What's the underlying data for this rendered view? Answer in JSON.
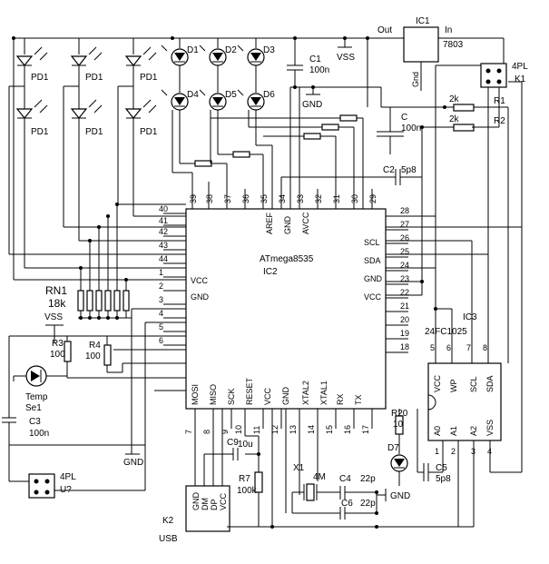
{
  "colors": {
    "ink": "#000000",
    "paper": "#ffffff"
  },
  "mcu": {
    "name": "ATmega8535",
    "ref": "IC2",
    "top_pins": [
      "39",
      "38",
      "37",
      "36",
      "35",
      "34",
      "33",
      "32",
      "31",
      "30",
      "29"
    ],
    "top_names": [
      "AREF",
      "GND",
      "AVCC"
    ],
    "left_pins": [
      "40",
      "41",
      "42",
      "43",
      "44",
      "1",
      "2",
      "3",
      "4",
      "5",
      "6"
    ],
    "left_names": [
      "VCC",
      "GND"
    ],
    "right_pins": [
      "28",
      "27",
      "26",
      "25",
      "24",
      "23",
      "22",
      "21",
      "20",
      "19",
      "18"
    ],
    "right_names": [
      "SCL",
      "SDA",
      "GND",
      "VCC"
    ],
    "bottom_pins": [
      "7",
      "8",
      "9",
      "10",
      "11",
      "12",
      "13",
      "14",
      "15",
      "16",
      "17"
    ],
    "bottom_names": [
      "MOSI",
      "MISO",
      "SCK",
      "RESET",
      "VCC",
      "GND",
      "XTAL2",
      "XTAL1",
      "RX",
      "TX"
    ]
  },
  "reg": {
    "ref": "IC1",
    "part": "7803",
    "out": "Out",
    "in": "In",
    "gnd": "Gnd"
  },
  "eeprom": {
    "ref": "IC3",
    "part": "24FC1025",
    "names": [
      "VCC",
      "WP",
      "SCL",
      "SDA",
      "A0",
      "A1",
      "A2",
      "VSS"
    ],
    "pins": [
      "5",
      "6",
      "7",
      "8",
      "1",
      "2",
      "3",
      "4"
    ]
  },
  "photodiodes": [
    "PD1",
    "PD1",
    "PD1",
    "PD1",
    "PD1",
    "PD1"
  ],
  "leds": [
    "D1",
    "D2",
    "D3",
    "D4",
    "D5",
    "D6"
  ],
  "caps": {
    "c1": "C1",
    "c1v": "100n",
    "c": "C",
    "cv": "100n",
    "c2": "C2",
    "c2v": "5p8",
    "c3": "C3",
    "c3v": "100n",
    "c4": "C4",
    "c4v": "22p",
    "c6": "C6",
    "c6v": "22p",
    "c5": "C5",
    "c5v": "5p8",
    "c9": "C9",
    "c9v": "10u"
  },
  "res": {
    "r1": "R1",
    "r1v": "2k",
    "r2": "R2",
    "r2v": "2k",
    "r3": "R3",
    "r3v": "100",
    "r4": "R4",
    "r4v": "100",
    "r7": "R7",
    "r7v": "100k",
    "r20": "R20",
    "r20v": "10"
  },
  "rn1": {
    "ref": "RN1",
    "val": "18k"
  },
  "nets": {
    "vss": "VSS",
    "gnd": "GND"
  },
  "conn_k1": {
    "type": "4PL",
    "ref": "K1"
  },
  "conn_u": {
    "type": "4PL",
    "ref": "U?"
  },
  "usb": {
    "ref": "K2",
    "label": "USB",
    "pins": [
      "GND",
      "DM",
      "DP",
      "VCC"
    ]
  },
  "temp": {
    "name": "Temp",
    "ref": "Se1"
  },
  "x1": {
    "ref": "X1",
    "val": "4M"
  },
  "d7": "D7"
}
